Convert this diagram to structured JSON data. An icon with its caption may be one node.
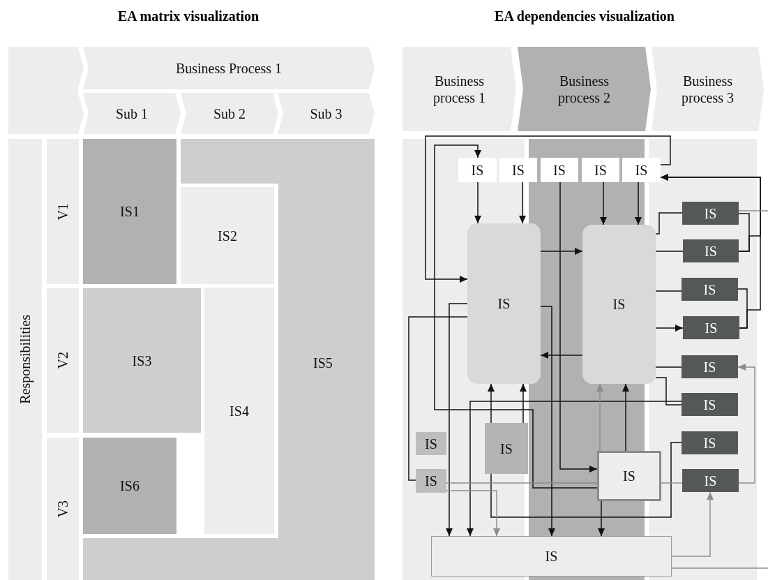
{
  "diagram": {
    "nodes": [
      {
        "text": [],
        "shape": "box"
      },
      {
        "text": [
          "Business Process 1"
        ]
      },
      {
        "text": [
          "Sub 1"
        ]
      },
      {
        "text": [
          "Sub 2"
        ]
      },
      {
        "text": [
          "Sub 3"
        ]
      },
      {
        "text": [
          "Responsibilities"
        ]
      },
      {
        "text": [
          "V1"
        ]
      },
      {
        "text": [
          "V2"
        ]
      },
      {
        "text": [
          "V3"
        ]
      },
      {
        "text": [
          "IS5"
        ]
      },
      {
        "text": [
          "IS1"
        ],
        "in": 9
      },
      {
        "text": [
          "IS2"
        ],
        "in": 9
      },
      {
        "text": [
          "IS3"
        ],
        "in": 9
      },
      {
        "text": [
          "IS4"
        ],
        "in": 9
      },
      {
        "text": [
          "IS6"
        ],
        "in": 9
      },
      {
        "text": [
          "Business process 1"
        ]
      },
      {
        "text": [
          "Business process 2"
        ]
      },
      {
        "text": [
          "Business process 3"
        ]
      },
      {
        "text": [
          "IS"
        ]
      },
      {
        "text": [
          "IS"
        ]
      },
      {
        "text": [
          "IS"
        ]
      },
      {
        "text": [
          "IS"
        ]
      },
      {
        "text": [
          "IS"
        ]
      },
      {
        "text": [
          "IS"
        ]
      },
      {
        "text": [
          "IS"
        ]
      },
      {
        "text": [
          "IS"
        ]
      },
      {
        "text": [
          "IS"
        ]
      },
      {
        "text": [
          "IS"
        ]
      },
      {
        "text": [
          "IS"
        ]
      },
      {
        "text": [
          "IS"
        ]
      },
      {
        "text": [
          "IS"
        ]
      },
      {
        "text": [
          "IS"
        ]
      },
      {
        "text": [
          "IS"
        ]
      },
      {
        "text": [
          "IS"
        ]
      },
      {
        "text": [
          "IS"
        ]
      },
      {
        "text": [
          "IS"
        ]
      },
      {
        "text": [
          "IS"
        ]
      },
      {
        "text": [
          "IS"
        ]
      }
    ],
    "edges": [
      {
        "from": 22,
        "to": 23,
        "arrow": "to"
      },
      {
        "from": 36,
        "to": 18,
        "arrow": "to"
      },
      {
        "from": 18,
        "to": 23,
        "arrow": "to"
      },
      {
        "from": 19,
        "to": 23,
        "arrow": "to"
      },
      {
        "from": 21,
        "to": 24,
        "arrow": "to"
      },
      {
        "from": 22,
        "to": 24,
        "arrow": "to"
      },
      {
        "from": 20,
        "to": 36,
        "arrow": "to"
      },
      {
        "from": 23,
        "to": 24,
        "arrow": "to"
      },
      {
        "from": 24,
        "to": 23,
        "arrow": "to"
      },
      {
        "from": 25,
        "to": 26,
        "arrow": "none"
      },
      {
        "from": 27,
        "to": 28,
        "arrow": "none"
      },
      {
        "from": 26,
        "to": 22,
        "arrow": "to"
      },
      {
        "from": 28,
        "to": 22,
        "arrow": "to"
      },
      {
        "from": 25,
        "to": null,
        "arrow": "none",
        "color": "#8c8c8c"
      },
      {
        "from": 25,
        "to": 24,
        "arrow": "none"
      },
      {
        "from": 26,
        "to": 24,
        "arrow": "none"
      },
      {
        "from": 27,
        "to": 24,
        "arrow": "none"
      },
      {
        "from": 24,
        "to": 28,
        "arrow": "to"
      },
      {
        "from": 24,
        "to": 29,
        "arrow": "none"
      },
      {
        "from": 32,
        "to": 29,
        "arrow": "to",
        "color": "#8c8c8c"
      },
      {
        "from": 24,
        "to": 30,
        "arrow": "none"
      },
      {
        "from": 30,
        "to": 37,
        "arrow": "to"
      },
      {
        "from": 34,
        "to": 23,
        "arrow": "to"
      },
      {
        "from": 34,
        "to": 23,
        "arrow": "to"
      },
      {
        "from": 36,
        "to": 24,
        "arrow": "to",
        "color": "#8c8c8c"
      },
      {
        "from": 36,
        "to": 24,
        "arrow": "to"
      },
      {
        "from": 23,
        "to": 37,
        "arrow": "to"
      },
      {
        "from": 23,
        "to": 35,
        "arrow": "none"
      },
      {
        "from": 23,
        "to": 37,
        "arrow": "to"
      },
      {
        "from": 34,
        "to": 31,
        "arrow": "none"
      },
      {
        "from": 35,
        "to": 36,
        "arrow": "none",
        "color": "#8c8c8c"
      },
      {
        "from": 36,
        "to": 32,
        "arrow": "none",
        "color": "#8c8c8c"
      },
      {
        "from": 35,
        "to": 37,
        "arrow": "to",
        "color": "#8c8c8c"
      },
      {
        "from": 36,
        "to": 37,
        "arrow": "to"
      },
      {
        "from": 37,
        "to": 32,
        "arrow": "to",
        "color": "#8c8c8c"
      },
      {
        "from": 37,
        "to": null,
        "arrow": "none",
        "color": "#8c8c8c"
      }
    ],
    "labels": [
      "EA matrix visualization",
      "EA dependencies visualization"
    ]
  }
}
